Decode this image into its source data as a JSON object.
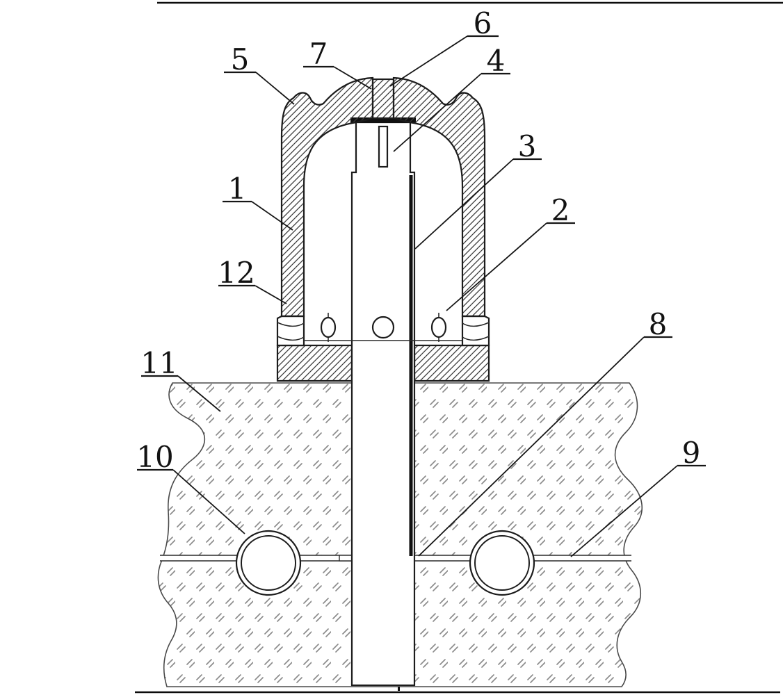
{
  "figure": {
    "part_labels": [
      {
        "number": "1"
      },
      {
        "number": "2"
      },
      {
        "number": "3"
      },
      {
        "number": "4"
      },
      {
        "number": "5"
      },
      {
        "number": "6"
      },
      {
        "number": "7"
      },
      {
        "number": "8"
      },
      {
        "number": "9"
      },
      {
        "number": "10"
      },
      {
        "number": "11"
      },
      {
        "number": "12"
      }
    ]
  }
}
